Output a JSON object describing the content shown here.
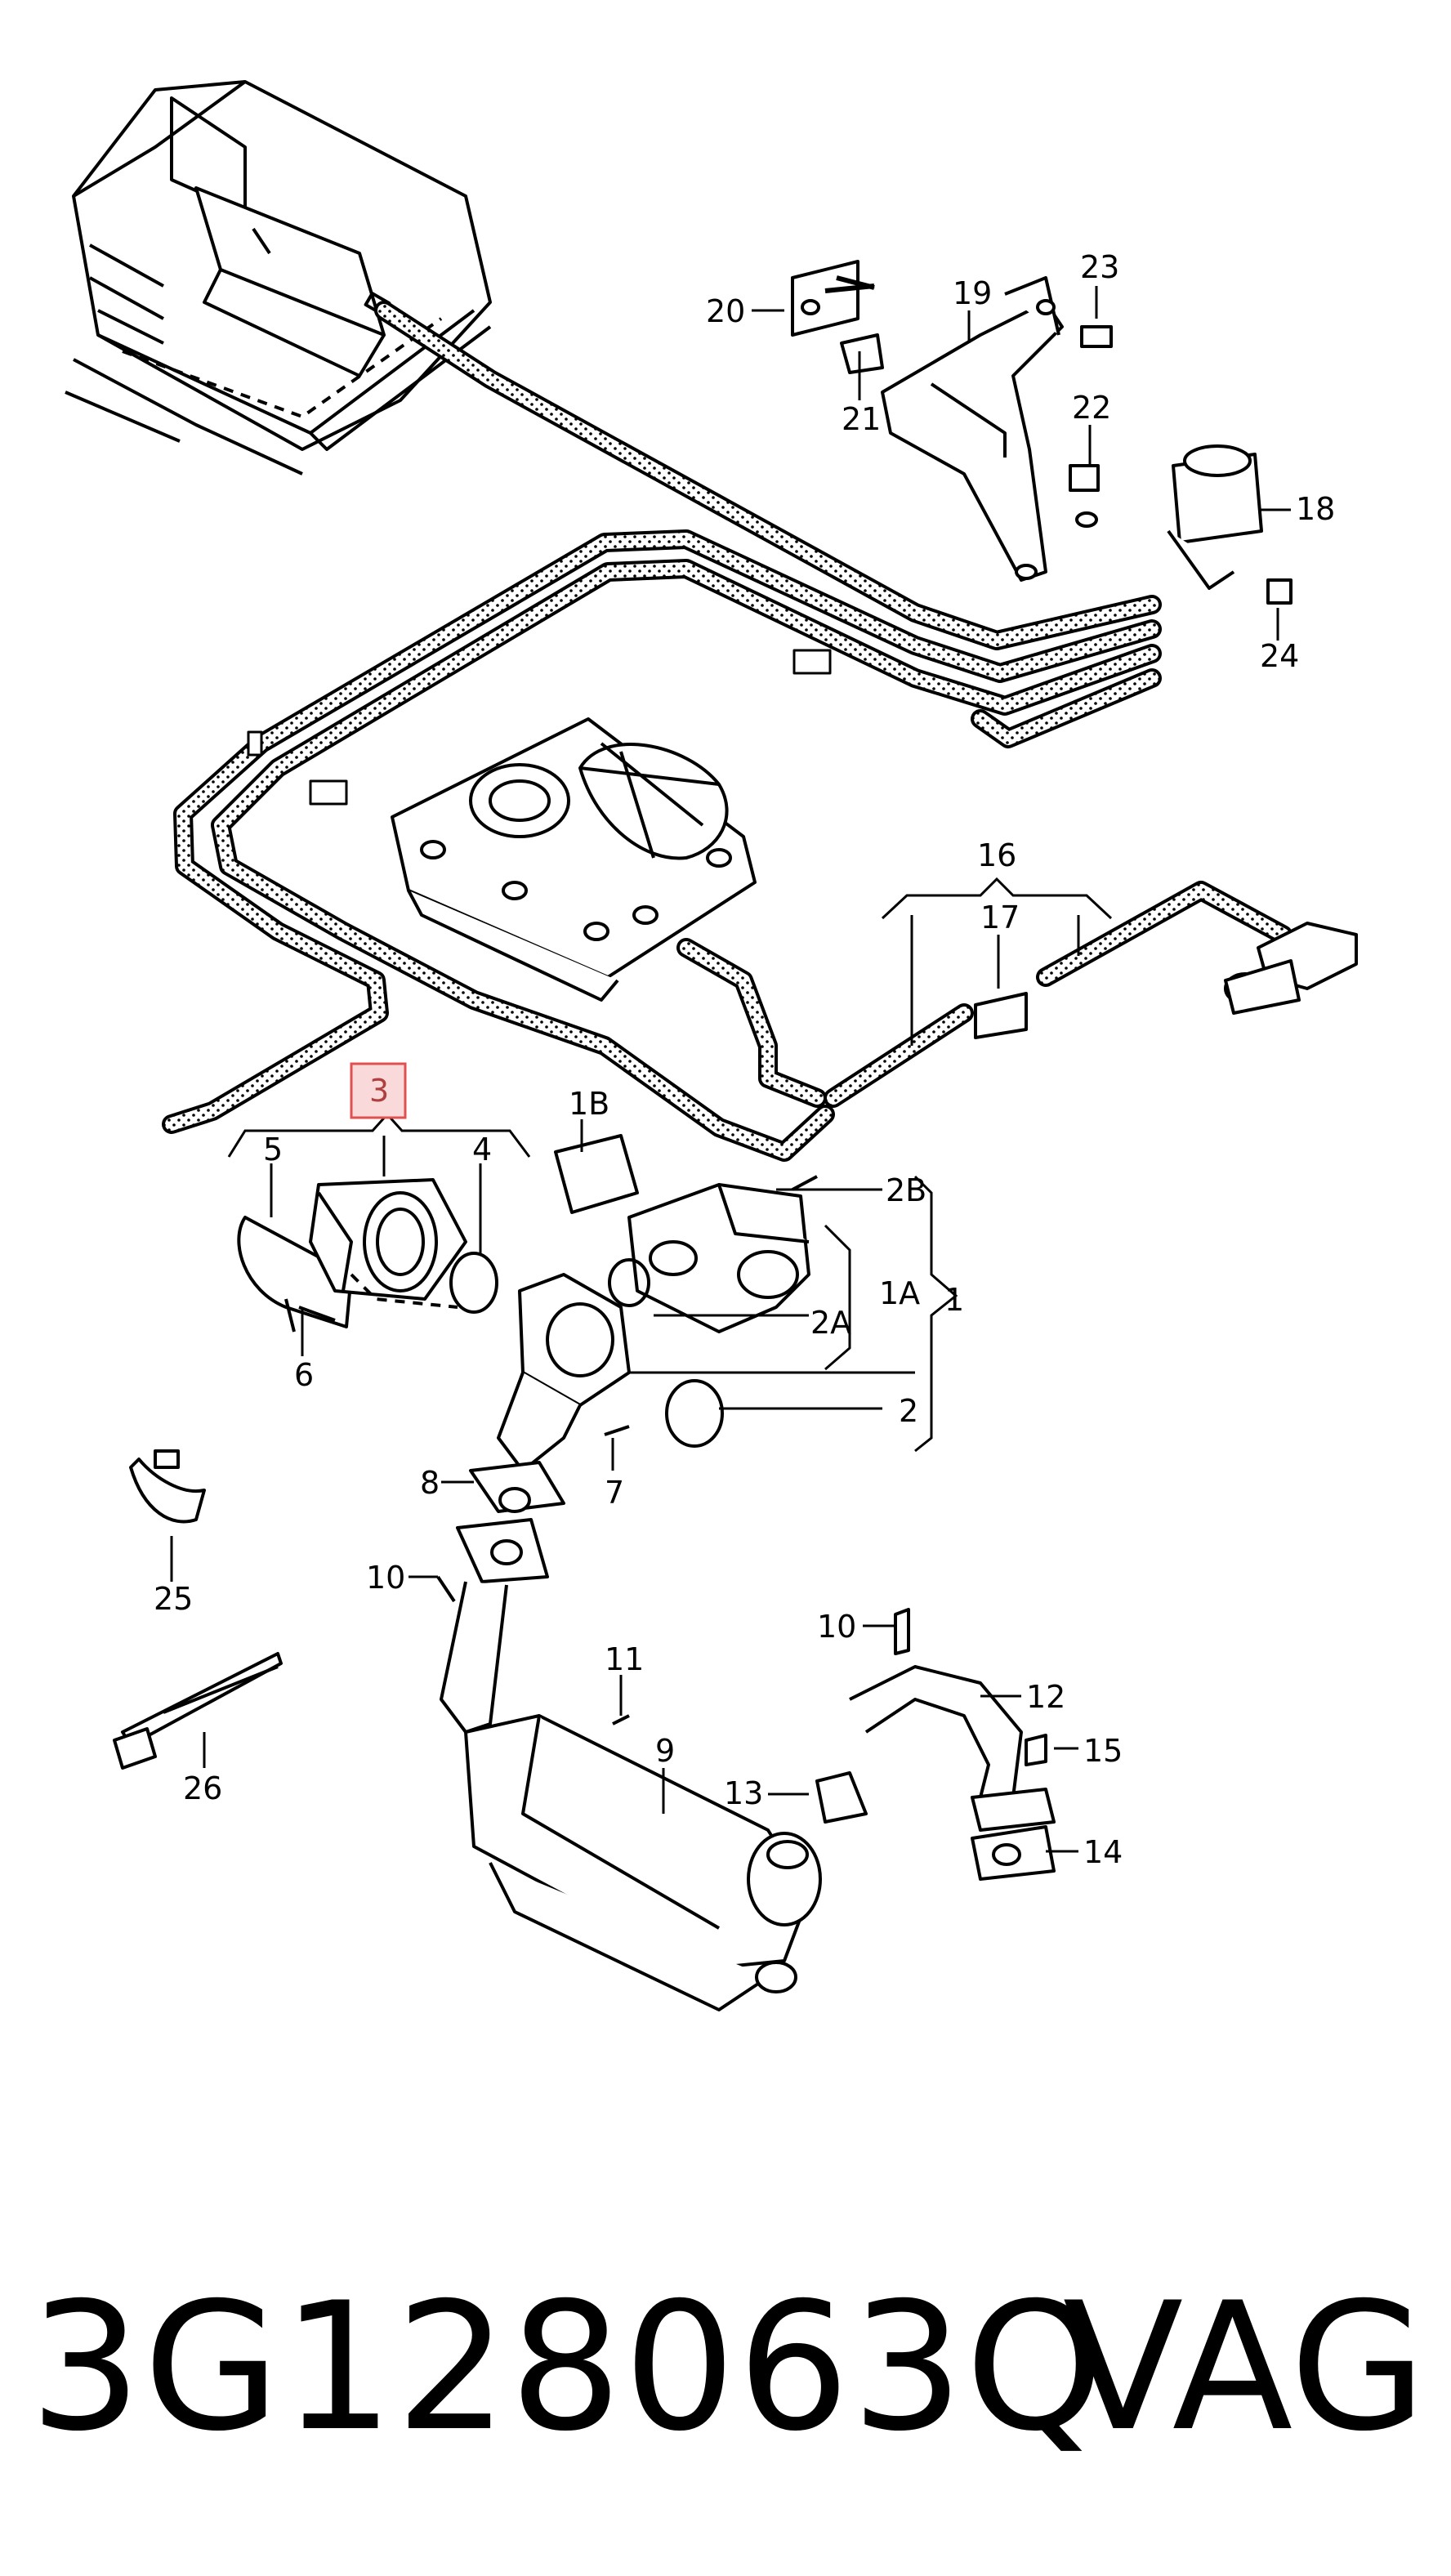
{
  "callouts": {
    "c1": "1",
    "c1A": "1A",
    "c1B": "1B",
    "c2": "2",
    "c2A": "2A",
    "c2B": "2B",
    "c3": "3",
    "c4": "4",
    "c5": "5",
    "c6": "6",
    "c7": "7",
    "c8": "8",
    "c9": "9",
    "c10a": "10",
    "c10b": "10",
    "c11": "11",
    "c12": "12",
    "c13": "13",
    "c14": "14",
    "c15": "15",
    "c16": "16",
    "c17": "17",
    "c18": "18",
    "c19": "19",
    "c20": "20",
    "c21": "21",
    "c22": "22",
    "c23": "23",
    "c24": "24",
    "c25": "25",
    "c26": "26"
  },
  "highlight": {
    "callout": "3",
    "color": "#e05050",
    "fill": "#f9d9d9"
  },
  "footer": {
    "part_number": "3G128063Q",
    "brand": "VAG"
  }
}
